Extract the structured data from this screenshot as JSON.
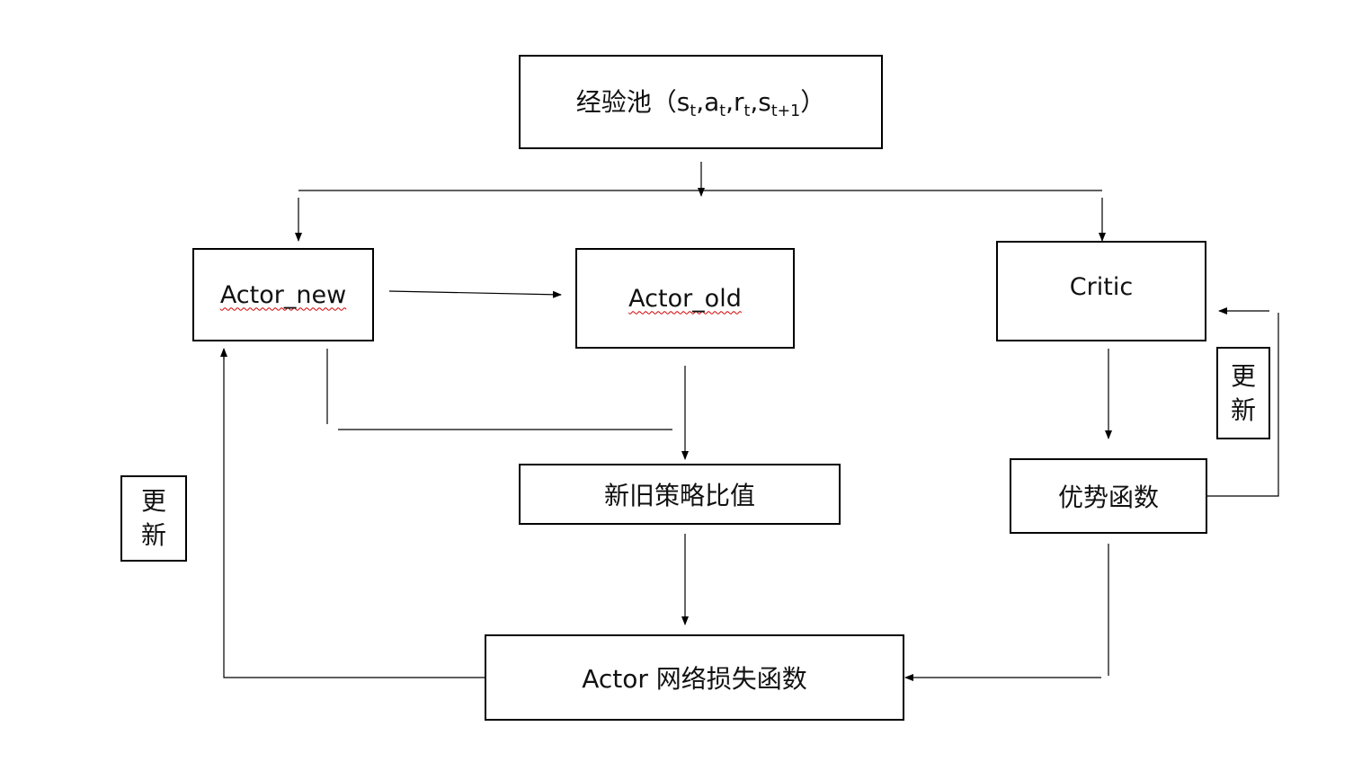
{
  "nodes": {
    "experience_pool": {
      "prefix": "经验池（",
      "s": "s",
      "t1": "t",
      "a": "a",
      "t2": "t",
      "r": "r",
      "t3": "t",
      "s2": "s",
      "t4": "t+1",
      "close": "）",
      "comma": ","
    },
    "actor_new": {
      "label": "Actor_new"
    },
    "actor_old": {
      "label": "Actor_old"
    },
    "critic": {
      "label": "Critic"
    },
    "ratio": {
      "label": "新旧策略比值"
    },
    "advantage": {
      "label": "优势函数"
    },
    "actor_loss": {
      "label": "Actor 网络损失函数"
    }
  },
  "update_labels": {
    "left": {
      "line1": "更",
      "line2": "新"
    },
    "right": {
      "line1": "更",
      "line2": "新"
    }
  },
  "colors": {
    "stroke": "#000000",
    "spellcheck": "#d00000"
  }
}
